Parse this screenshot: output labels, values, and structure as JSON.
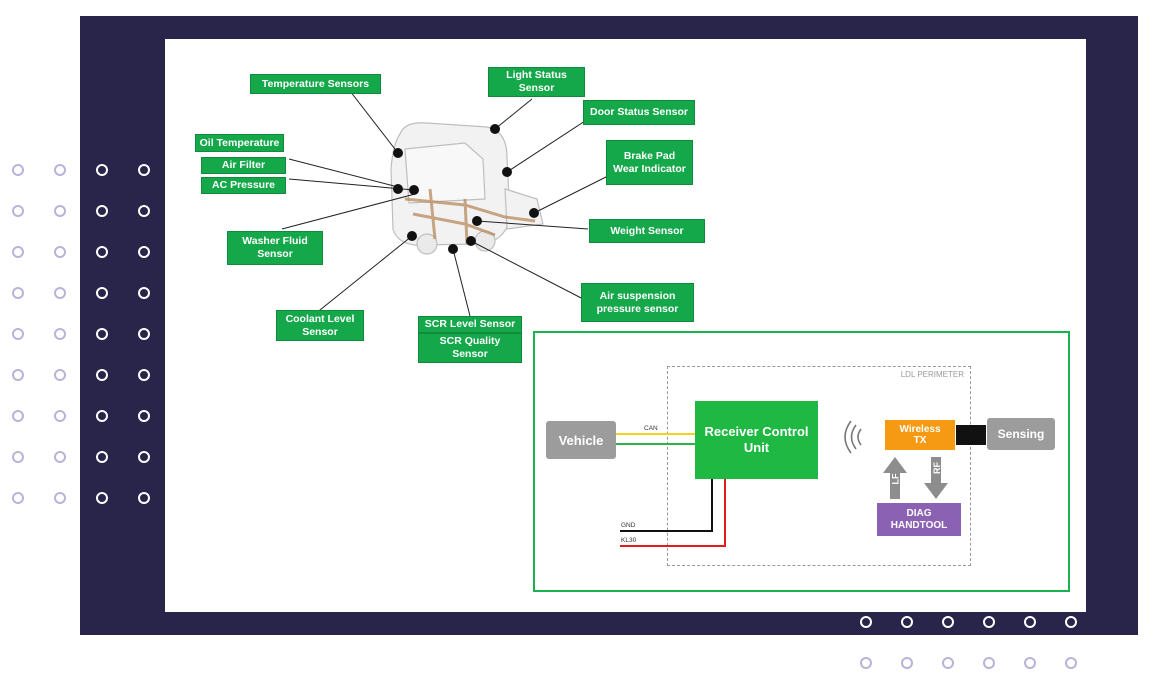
{
  "sensor_labels": {
    "temperature_sensors": "Temperature Sensors",
    "light_status_line1": "Light Status",
    "light_status_line2": "Sensor",
    "door_status": "Door Status Sensor",
    "oil_temperature": "Oil Temperature",
    "air_filter": "Air Filter",
    "ac_pressure": "AC Pressure",
    "brake_pad_line1": "Brake Pad",
    "brake_pad_line2": "Wear Indicator",
    "washer_fluid_line1": "Washer Fluid",
    "washer_fluid_line2": "Sensor",
    "weight_sensor": "Weight Sensor",
    "coolant_level_line1": "Coolant Level",
    "coolant_level_line2": "Sensor",
    "scr_level": "SCR Level Sensor",
    "scr_quality_line1": "SCR Quality",
    "scr_quality_line2": "Sensor",
    "air_suspension_line1": "Air suspension",
    "air_suspension_line2": "pressure sensor"
  },
  "block_diagram": {
    "perimeter_label": "LDL PERIMETER",
    "vehicle": "Vehicle",
    "can_label": "CAN",
    "rcu_line1": "Receiver Control",
    "rcu_line2": "Unit",
    "gnd_label": "GND",
    "kl30_label": "KL30",
    "wireless_line1": "Wireless",
    "wireless_line2": "TX",
    "sensing": "Sensing",
    "lf_label": "LF",
    "rf_label": "RF",
    "diag_line1": "DIAG",
    "diag_line2": "HANDTOOL",
    "wireless_signal_icon": "wifi-waves-icon"
  },
  "colors": {
    "navy_background": "#29244a",
    "label_green": "#15a84a",
    "rcu_green": "#1eb843",
    "wireless_orange": "#f59a12",
    "diag_purple": "#8b61b4",
    "box_gray": "#9c9c9c"
  }
}
